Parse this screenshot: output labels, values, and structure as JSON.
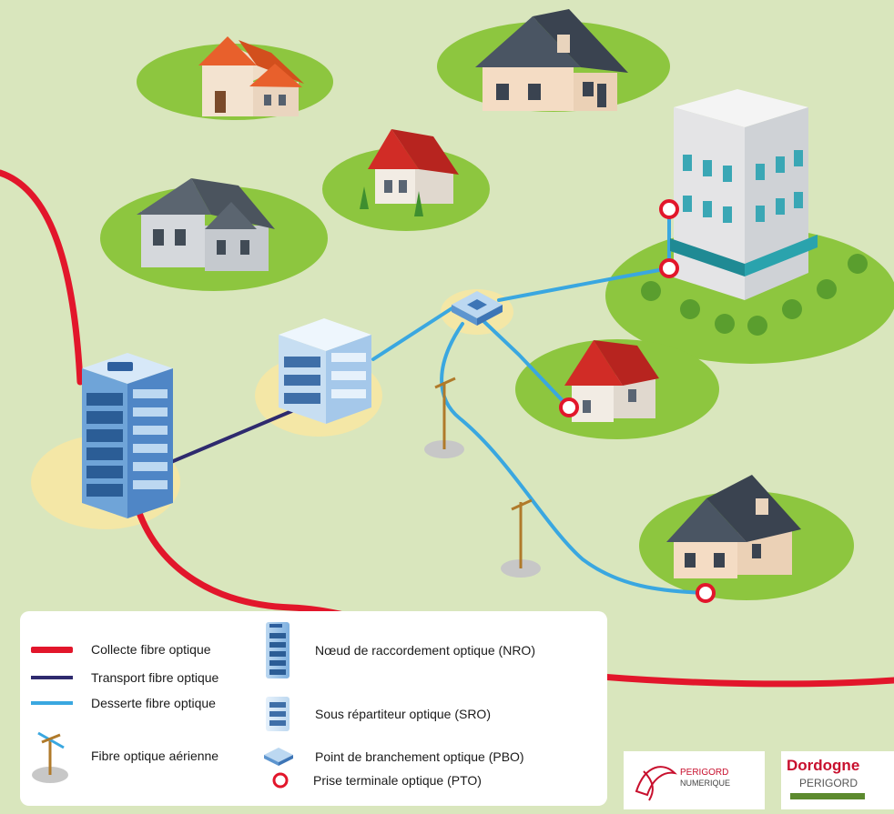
{
  "colors": {
    "background": "#d9e6bd",
    "collecte": "#e2162b",
    "transport": "#2e2a6e",
    "desserte": "#3aa7e0",
    "lawn": "#8dc63f",
    "pto_ring": "#e2162b",
    "halo": "#f4e7a6"
  },
  "legend": {
    "collecte": "Collecte fibre optique",
    "transport": "Transport fibre optique",
    "desserte": "Desserte fibre optique",
    "aerienne": "Fibre optique aérienne",
    "nro": "Nœud de raccordement optique (NRO)",
    "sro": "Sous répartiteur optique (SRO)",
    "pbo": "Point de branchement optique (PBO)",
    "pto": "Prise terminale optique (PTO)"
  },
  "logos": {
    "perigord_numerique": {
      "line1": "PERIGORD",
      "line2": "NUMERIQUE"
    },
    "dordogne": {
      "line1": "Dordogne",
      "line2": "PERIGORD"
    }
  }
}
